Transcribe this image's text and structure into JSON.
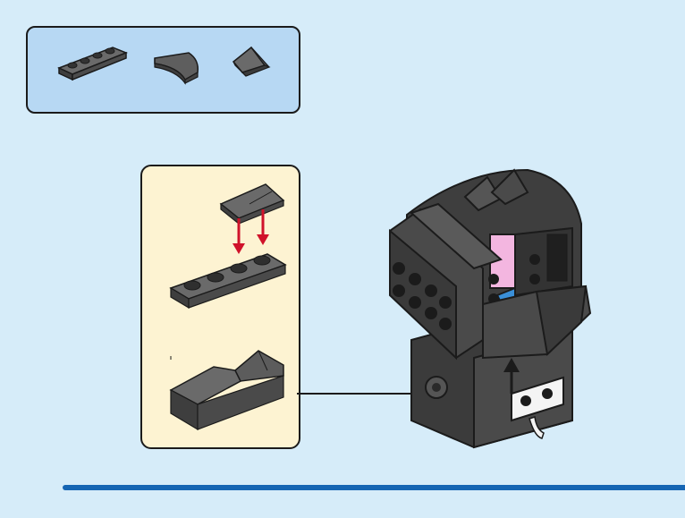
{
  "instruction": {
    "parts_panel": {
      "parts": [
        "plate-1x4-icon",
        "curved-slope-icon",
        "wedge-slope-icon"
      ]
    },
    "sub_assembly": {
      "steps": [
        "attach-slope-to-plate",
        "combined-piece"
      ]
    },
    "model": {
      "name": "brick-figure-head"
    },
    "colors": {
      "background": "#d6ecf9",
      "parts_panel": "#b7d8f3",
      "sub_panel": "#fdf3d2",
      "arrow": "#d0122a",
      "accent_bar": "#1565b3",
      "brick_dark": "#3b3b3b",
      "brick_mid": "#5a5a5a",
      "pink": "#f3b6e0",
      "blue": "#3a8fd8"
    }
  }
}
